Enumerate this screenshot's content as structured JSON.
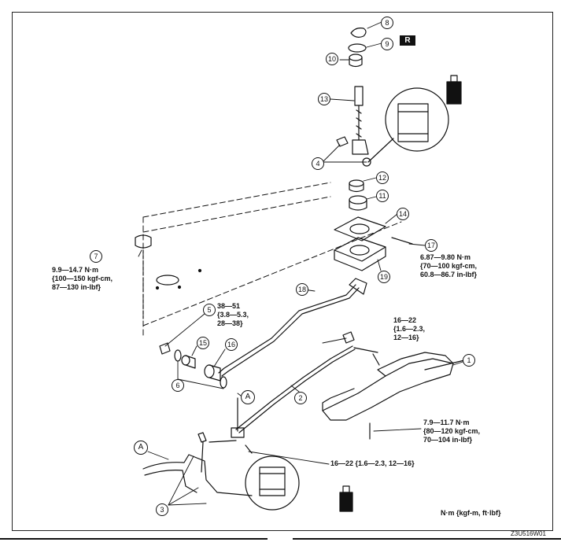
{
  "callouts": {
    "c1": "1",
    "c2": "2",
    "c3": "3",
    "c4": "4",
    "c5": "5",
    "c6": "6",
    "c7": "7",
    "c8": "8",
    "c9": "9",
    "c10": "10",
    "c11": "11",
    "c12": "12",
    "c13": "13",
    "c14": "14",
    "c15": "15",
    "c16": "16",
    "c17": "17",
    "c18": "18",
    "c19": "19"
  },
  "reference_marks": {
    "a_top": "A",
    "a_bottom": "A"
  },
  "badge": "R",
  "torque_specs": {
    "spec_7": "9.9—14.7 N·m\n{100—150 kgf-cm,\n87—130 in-lbf}",
    "spec_5": "38—51\n{3.8—5.3,\n28—38}",
    "spec_17": "6.87—9.80 N·m\n{70—100 kgf-cm,\n60.8—86.7 in-lbf}",
    "spec_bolt_upper": "16—22\n{1.6—2.3,\n12—16}",
    "spec_1": "7.9—11.7 N·m\n{80—120 kgf-cm,\n70—104 in-lbf}",
    "spec_bottom": "16—22 {1.6—2.3, 12—16}"
  },
  "units_legend": "N·m {kgf-m, ft·lbf}",
  "figure_code": "Z3U516W01"
}
